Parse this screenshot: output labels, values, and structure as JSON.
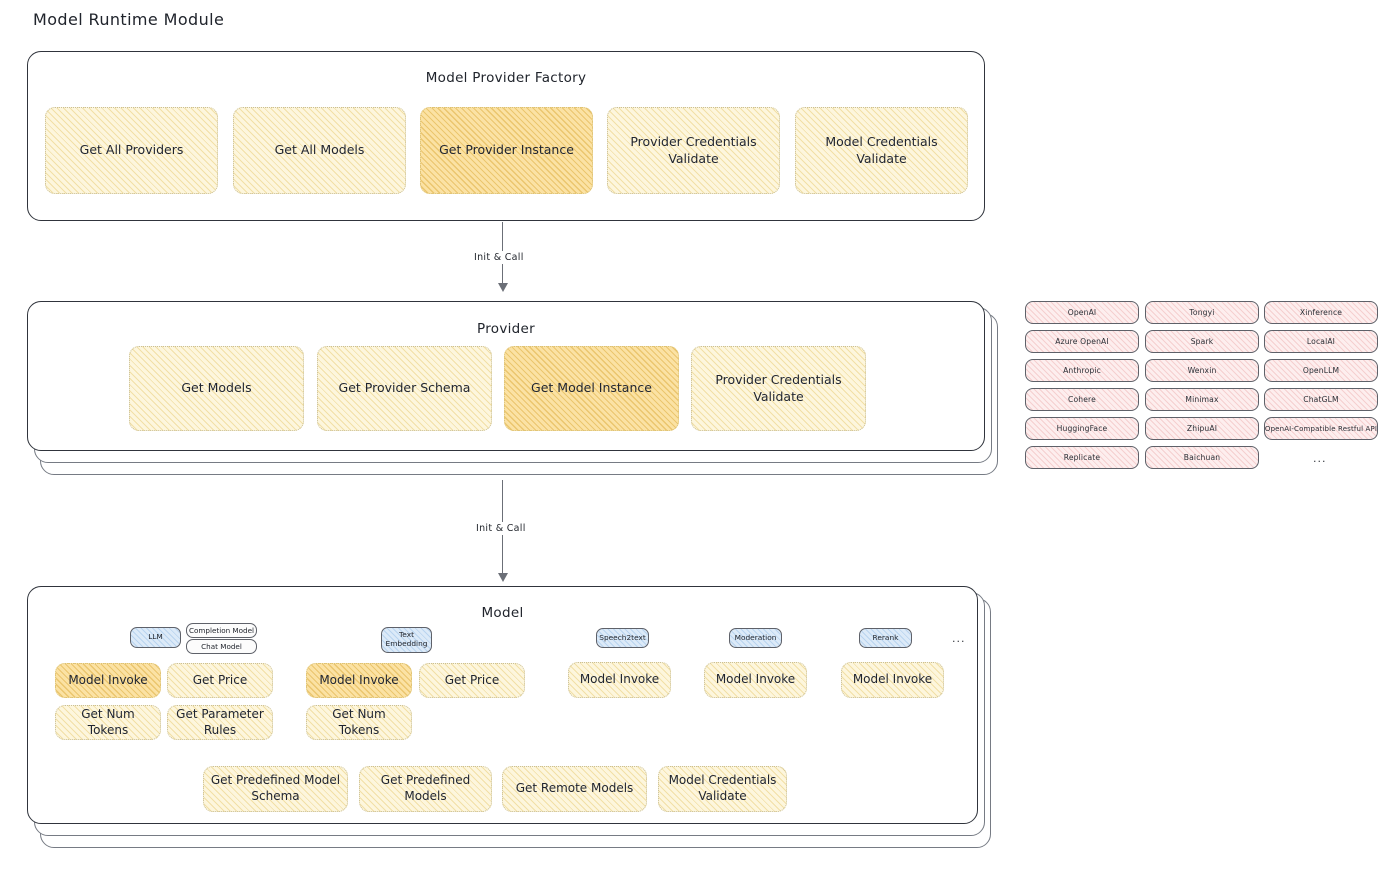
{
  "page": {
    "title": "Model Runtime Module"
  },
  "colors": {
    "fill_light_yellow": "#fdf6dd",
    "fill_strong_amber": "#fbe2a4",
    "fill_rose": "#fdeeee",
    "fill_blue": "#dceaf8",
    "border_dotted": "#c9bf96",
    "card_border": "#30343c",
    "arrow": "#6b6f77"
  },
  "factory": {
    "title": "Model Provider Factory",
    "items": [
      {
        "label": "Get All Providers",
        "highlighted": false
      },
      {
        "label": "Get All Models",
        "highlighted": false
      },
      {
        "label": "Get Provider Instance",
        "highlighted": true
      },
      {
        "label": "Provider Credentials Validate",
        "highlighted": false
      },
      {
        "label": "Model Credentials Validate",
        "highlighted": false
      }
    ]
  },
  "arrow_factory_to_provider": {
    "label": "Init & Call"
  },
  "provider": {
    "title": "Provider",
    "items": [
      {
        "label": "Get Models",
        "highlighted": false
      },
      {
        "label": "Get Provider Schema",
        "highlighted": false
      },
      {
        "label": "Get Model Instance",
        "highlighted": true
      },
      {
        "label": "Provider Credentials Validate",
        "highlighted": false
      }
    ]
  },
  "provider_list": {
    "columns": [
      {
        "items": [
          "OpenAI",
          "Azure OpenAI",
          "Anthropic",
          "Cohere",
          "HuggingFace",
          "Replicate"
        ]
      },
      {
        "items": [
          "Tongyi",
          "Spark",
          "Wenxin",
          "Minimax",
          "ZhipuAI",
          "Baichuan"
        ]
      },
      {
        "items": [
          "Xinference",
          "LocalAI",
          "OpenLLM",
          "ChatGLM",
          "OpenAI-Compatible Restful API"
        ]
      }
    ],
    "more": "..."
  },
  "arrow_provider_to_model": {
    "label": "Init & Call"
  },
  "model": {
    "title": "Model",
    "more": "...",
    "types": [
      {
        "name": "LLM",
        "subtypes": [
          "Completion Model",
          "Chat Model"
        ],
        "methods": [
          {
            "label": "Model Invoke",
            "highlighted": true
          },
          {
            "label": "Get Price",
            "highlighted": false
          },
          {
            "label": "Get Num Tokens",
            "highlighted": false
          },
          {
            "label": "Get Parameter Rules",
            "highlighted": false
          }
        ]
      },
      {
        "name": "Text Embedding",
        "subtypes": [],
        "methods": [
          {
            "label": "Model Invoke",
            "highlighted": true
          },
          {
            "label": "Get Price",
            "highlighted": false
          },
          {
            "label": "Get Num Tokens",
            "highlighted": false
          }
        ]
      },
      {
        "name": "Speech2text",
        "subtypes": [],
        "methods": [
          {
            "label": "Model Invoke",
            "highlighted": false
          }
        ]
      },
      {
        "name": "Moderation",
        "subtypes": [],
        "methods": [
          {
            "label": "Model Invoke",
            "highlighted": false
          }
        ]
      },
      {
        "name": "Rerank",
        "subtypes": [],
        "methods": [
          {
            "label": "Model Invoke",
            "highlighted": false
          }
        ]
      }
    ],
    "common_methods": [
      "Get Predefined Model Schema",
      "Get Predefined Models",
      "Get Remote Models",
      "Model Credentials Validate"
    ]
  }
}
